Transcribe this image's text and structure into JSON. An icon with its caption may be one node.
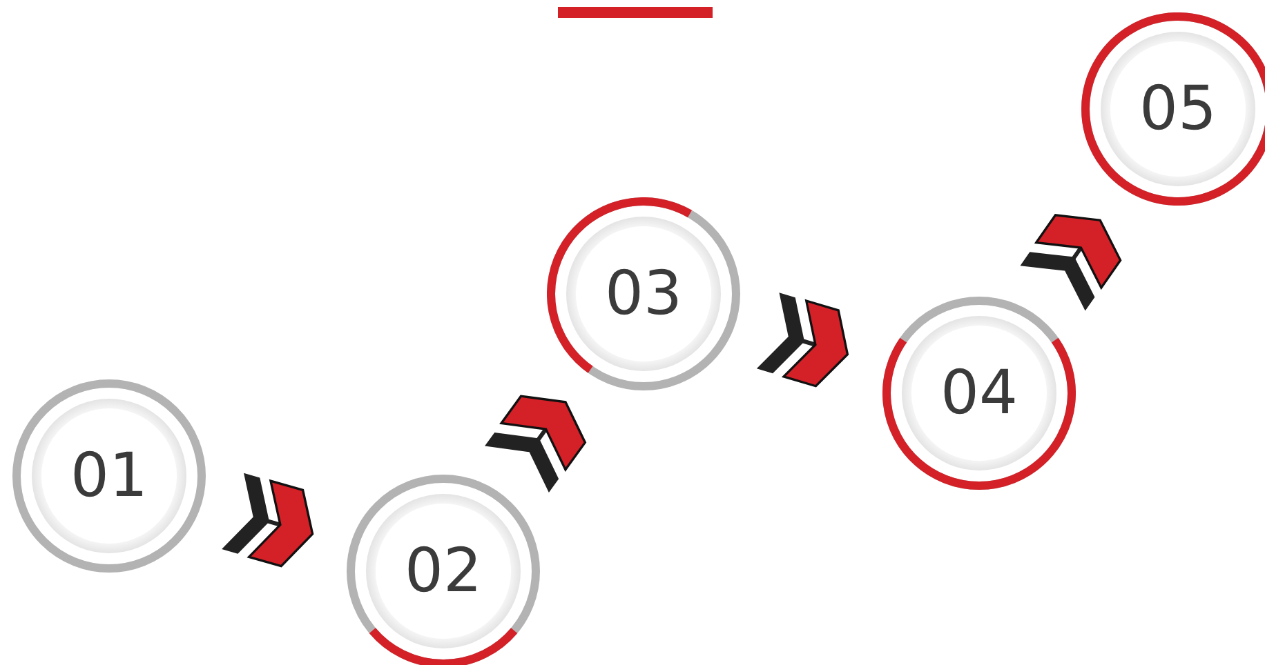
{
  "diagram": {
    "nodes": [
      {
        "text": [
          "01"
        ]
      },
      {
        "text": [
          "02"
        ]
      },
      {
        "text": [
          "03"
        ]
      },
      {
        "text": [
          "04"
        ]
      },
      {
        "text": [
          "05"
        ]
      }
    ],
    "edges": [
      {
        "from": 0,
        "to": 1,
        "arrow": "to"
      },
      {
        "from": 1,
        "to": 2,
        "arrow": "to"
      },
      {
        "from": 2,
        "to": 3,
        "arrow": "to"
      },
      {
        "from": 3,
        "to": 4,
        "arrow": "to"
      }
    ]
  }
}
